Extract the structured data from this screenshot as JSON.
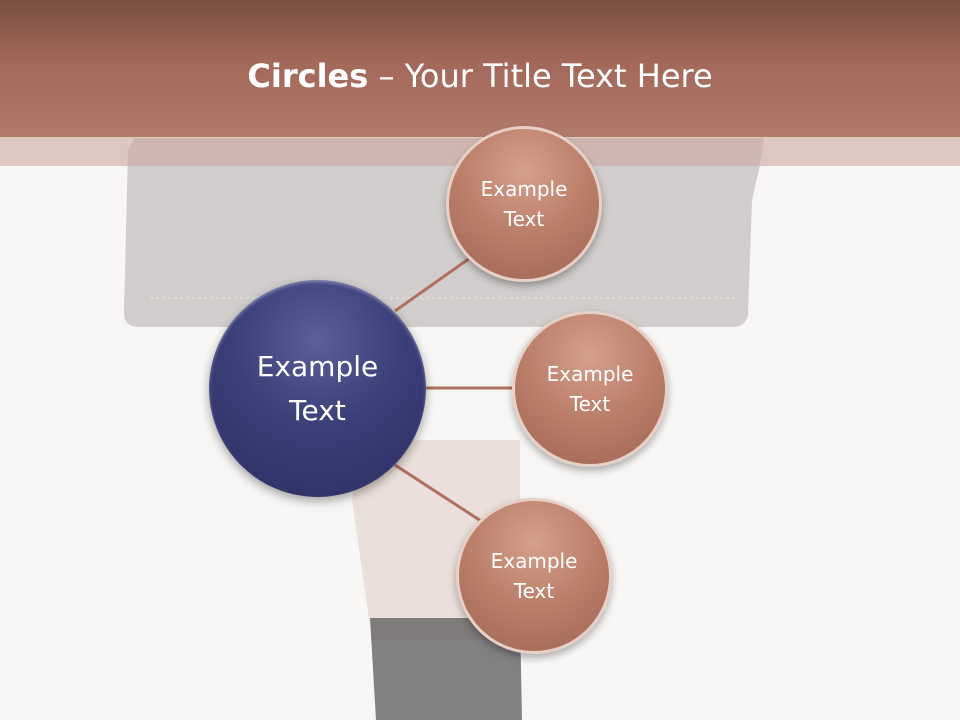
{
  "slide": {
    "title_bold": "Circles",
    "title_rest": " – Your Title Text Here"
  },
  "diagram": {
    "center": {
      "label": "Example Text"
    },
    "satellites": [
      {
        "label": "Example Text"
      },
      {
        "label": "Example Text"
      },
      {
        "label": "Example Text"
      }
    ],
    "colors": {
      "center": "#3b3f78",
      "satellite": "#b97d68",
      "connector": "#b0705e",
      "title_bar": "#a2685a"
    }
  }
}
